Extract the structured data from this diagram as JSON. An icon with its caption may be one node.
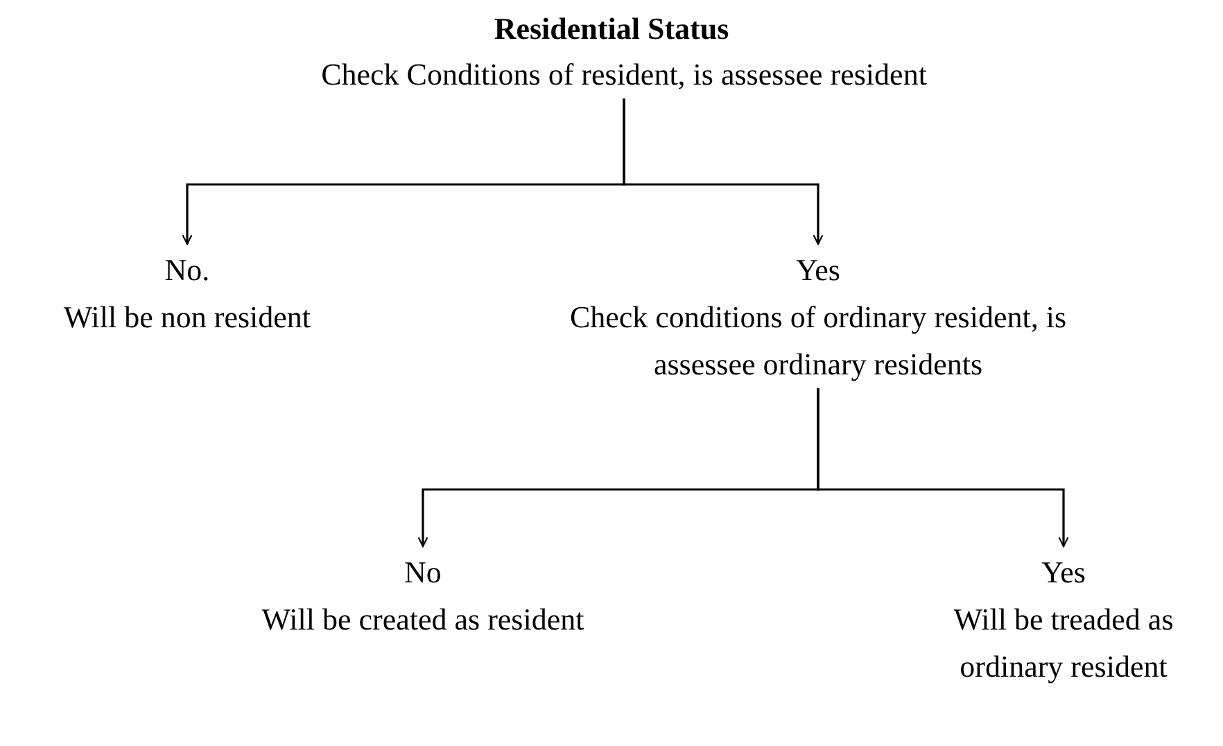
{
  "diagram": {
    "title": "Residential Status",
    "nodes": [
      {
        "text": [
          "Check Conditions of resident, is assessee resident"
        ]
      },
      {
        "text": [
          "No.",
          "Will be non resident"
        ]
      },
      {
        "text": [
          "Yes",
          "Check conditions of ordinary resident, is assessee ordinary residents"
        ]
      },
      {
        "text": [
          "No",
          "Will be created as resident"
        ]
      },
      {
        "text": [
          "Yes",
          "Will be treaded as ordinary resident"
        ]
      }
    ],
    "edges": [
      {
        "from": 0,
        "to": 1,
        "arrow": "to"
      },
      {
        "from": 0,
        "to": 2,
        "arrow": "to"
      },
      {
        "from": 2,
        "to": 3,
        "arrow": "to"
      },
      {
        "from": 2,
        "to": 4,
        "arrow": "to"
      }
    ]
  }
}
